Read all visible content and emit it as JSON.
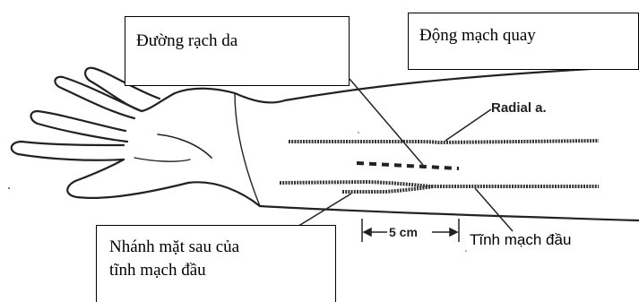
{
  "labels": {
    "incision": "Đường rạch da",
    "radial_artery_vi": "Động mạch quay",
    "branch_line1": "Nhánh mặt sau của",
    "branch_line2": "tĩnh mạch đầu",
    "radial_a": "Radial a.",
    "scale": "5 cm",
    "cephalic_vein": "Tĩnh mạch đầu"
  },
  "colors": {
    "ink": "#222222",
    "box_border": "#000000",
    "background": "#ffffff"
  }
}
